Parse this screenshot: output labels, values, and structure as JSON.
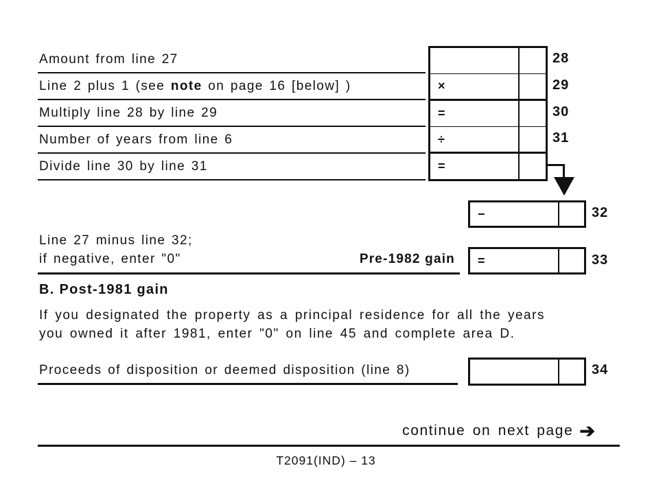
{
  "colors": {
    "ink": "#111111",
    "paper": "#ffffff"
  },
  "area_a": {
    "rows": [
      {
        "label": "Amount from line 27",
        "operator": "",
        "line_no": "28"
      },
      {
        "label_prefix": "Line 2 plus 1 (see ",
        "label_bold": "note",
        "label_suffix": " on page 16 [below] )",
        "operator": "×",
        "line_no": "29"
      },
      {
        "label": "Multiply line 28 by line 29",
        "operator": "=",
        "line_no": "30"
      },
      {
        "label": "Number of years from line 6",
        "operator": "÷",
        "line_no": "31"
      },
      {
        "label": "Divide line 30 by line 31",
        "operator": "=",
        "line_no": ""
      }
    ],
    "line32": {
      "operator": "−",
      "line_no": "32"
    },
    "line33": {
      "label_line1": "Line 27 minus line 32;",
      "label_line2": "if negative, enter \"0\"",
      "result_tag": "Pre-1982 gain",
      "operator": "=",
      "line_no": "33"
    }
  },
  "area_b": {
    "heading": "B. Post-1981 gain",
    "instruction_line1": "If you designated the property as a principal residence for all the years",
    "instruction_line2": "you owned it after 1981, enter \"0\" on line 45 and complete area D.",
    "line34": {
      "label": "Proceeds of disposition or deemed disposition (line 8)",
      "line_no": "34"
    }
  },
  "footer": {
    "continue_text": "continue on next page",
    "continue_arrow_icon": "➔",
    "form_id": "T2091(IND) – 13"
  }
}
